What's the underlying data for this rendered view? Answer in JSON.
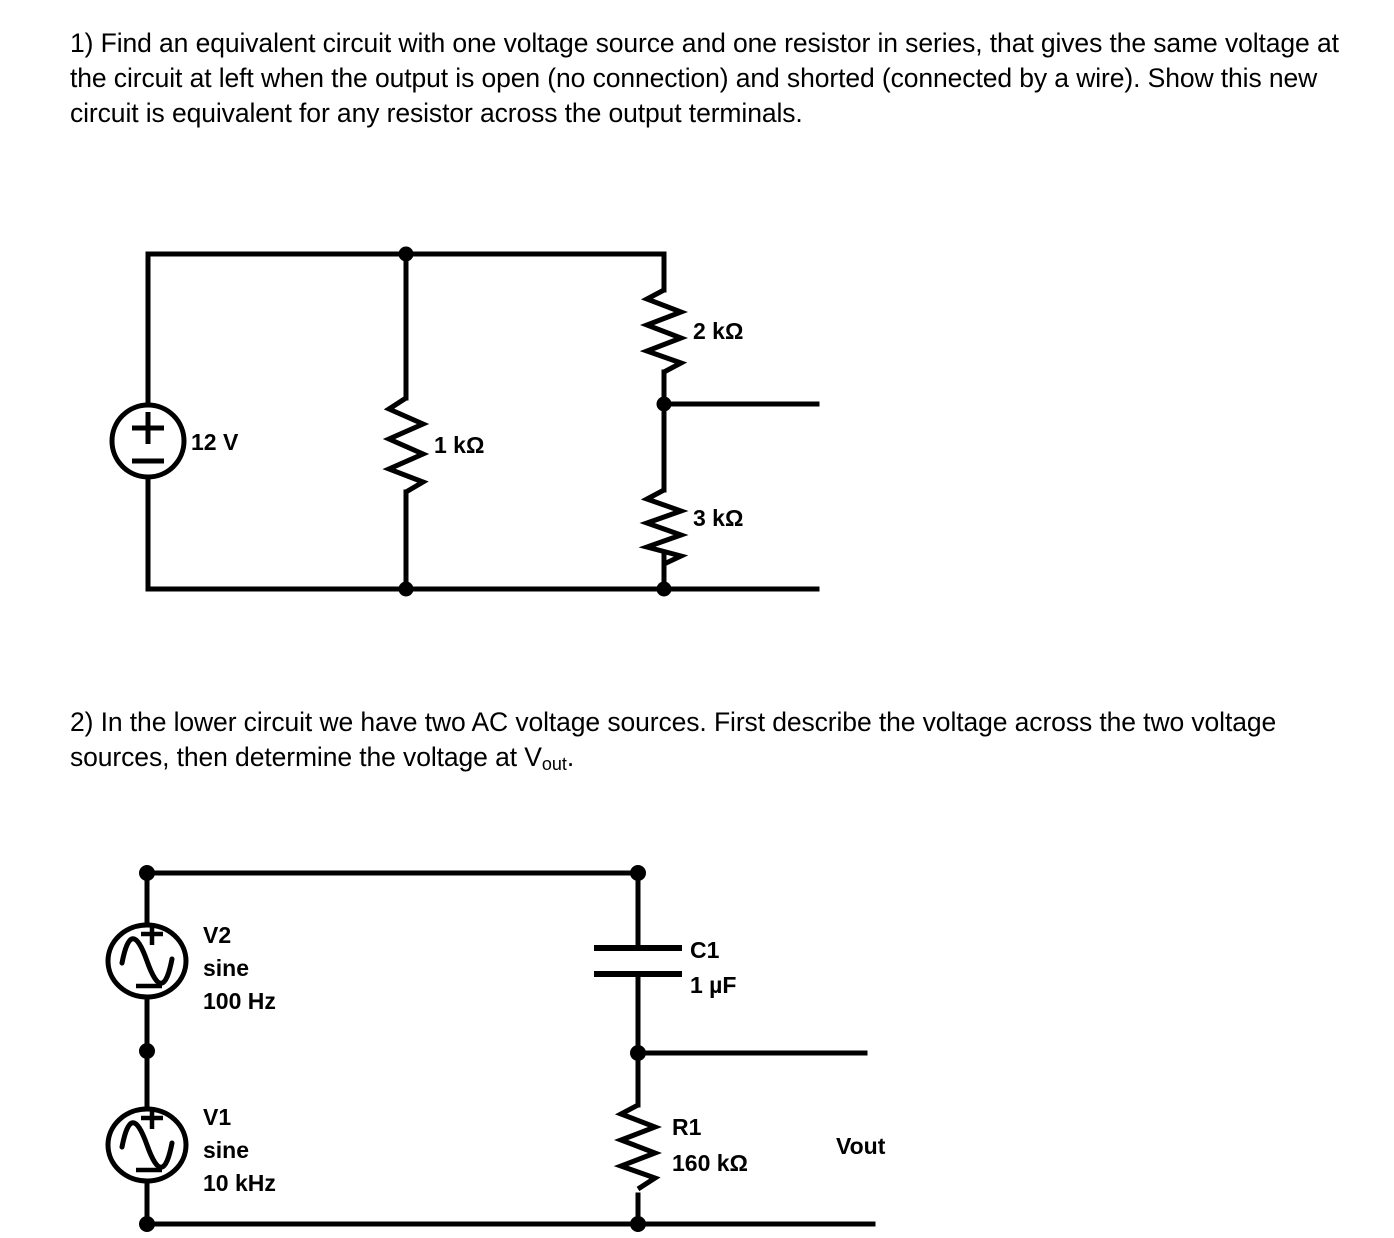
{
  "document": {
    "title": "Circuit analysis problem sheet",
    "background_color": "#ffffff",
    "ink_color": "#000000"
  },
  "questions": [
    {
      "id": "q1",
      "number": "1)",
      "text": "1) Find an equivalent circuit with one voltage source and one resistor in series, that gives the same voltage at the circuit at left when the output is open (no connection) and shorted (connected by a wire). Show this new circuit is equivalent for any resistor across the output terminals."
    },
    {
      "id": "q2",
      "number": "2)",
      "text_before_sub": "2)  In the lower circuit we have two AC voltage sources. First describe the voltage across the two voltage sources, then determine the voltage at V",
      "subscript": "out",
      "text_after_sub": "."
    }
  ],
  "circuit_1": {
    "name": "dc-resistive-divider-network",
    "source": {
      "type": "dc-voltage-source",
      "label": "12 V",
      "polarity_top": "+",
      "polarity_bottom": "−"
    },
    "components": [
      {
        "ref": "R_parallel",
        "type": "resistor",
        "label": "1 kΩ"
      },
      {
        "ref": "R_top",
        "type": "resistor",
        "label": "2 kΩ"
      },
      {
        "ref": "R_bottom",
        "type": "resistor",
        "label": "3 kΩ"
      }
    ],
    "output_terminals": [
      "top-output-wire",
      "bottom-output-wire"
    ]
  },
  "circuit_2": {
    "name": "two-ac-sources-rc-network",
    "sources": [
      {
        "ref": "V2",
        "type": "ac-voltage-source",
        "name_label": "V2",
        "waveform_label": "sine",
        "frequency_label": "100 Hz",
        "polarity_top": "+",
        "polarity_bottom": "−"
      },
      {
        "ref": "V1",
        "type": "ac-voltage-source",
        "name_label": "V1",
        "waveform_label": "sine",
        "frequency_label": "10 kHz",
        "polarity_top": "+",
        "polarity_bottom": "−"
      }
    ],
    "components": [
      {
        "ref": "C1",
        "type": "capacitor",
        "name_label": "C1",
        "value_label": "1 µF"
      },
      {
        "ref": "R1",
        "type": "resistor",
        "name_label": "R1",
        "value_label": "160 kΩ"
      }
    ],
    "output_label": "Vout"
  }
}
